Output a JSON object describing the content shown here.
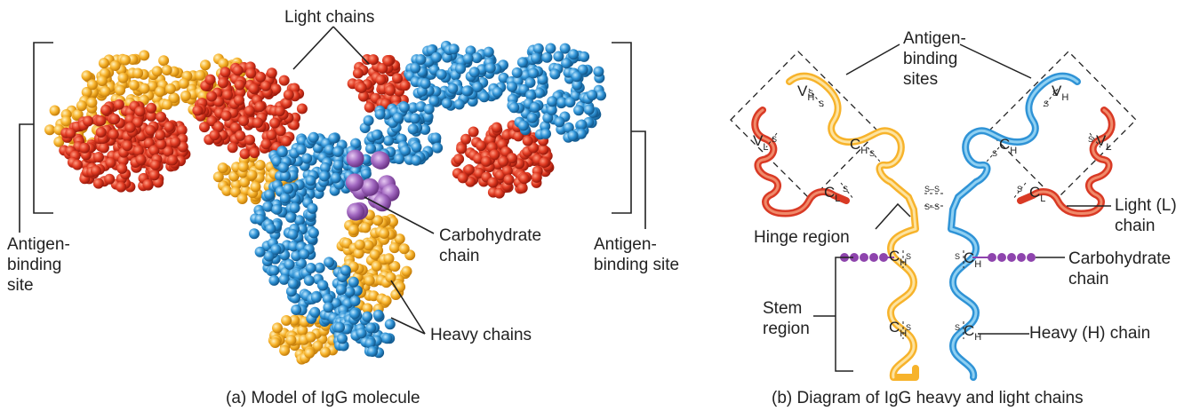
{
  "panel_a": {
    "caption": "(a) Model of IgG molecule",
    "labels": {
      "light_chains": "Light chains",
      "antigen_binding_left": [
        "Antigen-",
        "binding",
        "site"
      ],
      "antigen_binding_right": [
        "Antigen-",
        "binding site"
      ],
      "carbohydrate": [
        "Carbohydrate",
        "chain"
      ],
      "heavy_chains": "Heavy chains"
    }
  },
  "panel_b": {
    "caption": "(b) Diagram of IgG heavy and light chains",
    "labels": {
      "antigen_binding_sites": [
        "Antigen-",
        "binding",
        "sites"
      ],
      "light_chain": [
        "Light (L)",
        "chain"
      ],
      "hinge_region": "Hinge region",
      "carbohydrate": [
        "Carbohydrate",
        "chain"
      ],
      "stem_region": [
        "Stem",
        "region"
      ],
      "heavy_chain": "Heavy (H) chain"
    },
    "domains": {
      "vh": {
        "main": "V",
        "sub": "H"
      },
      "vl": {
        "main": "V",
        "sub": "L"
      },
      "ch": {
        "main": "C",
        "sub": "H"
      },
      "cl": {
        "main": "C",
        "sub": "L"
      },
      "disulfide": "S–S",
      "s": "S"
    }
  },
  "colors": {
    "light_chain": "#d93a25",
    "light_chain_inner": "#f08a6a",
    "heavy_chain_blue": "#2f93d6",
    "heavy_chain_blue_inner": "#8fd0f2",
    "heavy_chain_orange": "#f7b32b",
    "heavy_chain_orange_inner": "#fde3a0",
    "carbohydrate": "#9b59b6"
  }
}
